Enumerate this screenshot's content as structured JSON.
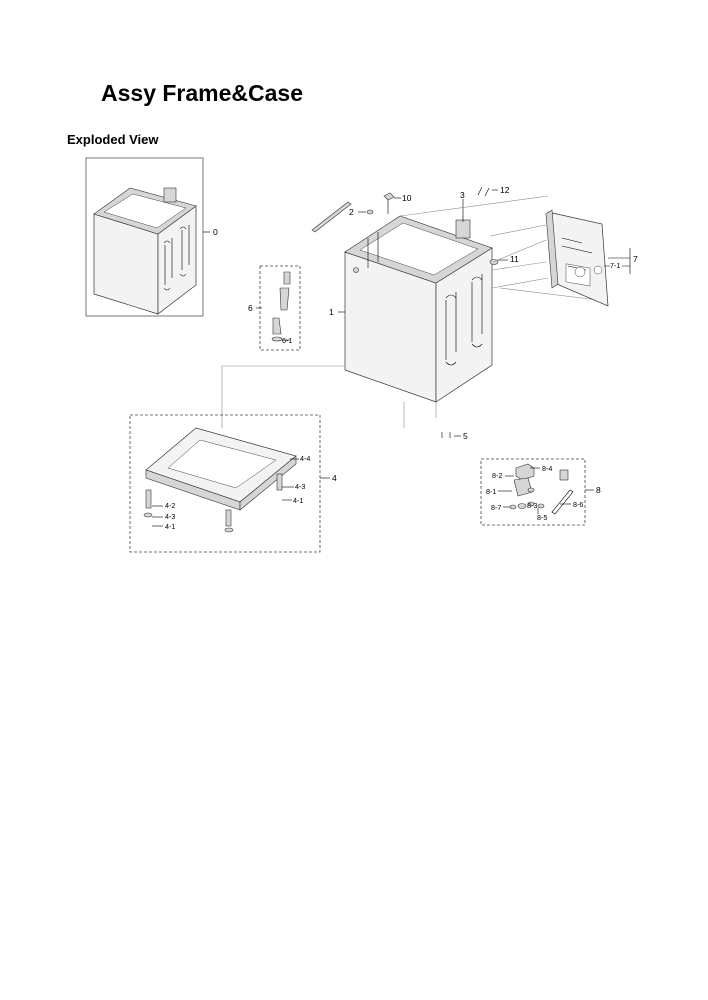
{
  "page": {
    "title": "Assy Frame&Case",
    "subtitle": "Exploded View"
  },
  "callouts": {
    "c0": "0",
    "c1": "1",
    "c2": "2",
    "c3": "3",
    "c4": "4",
    "c4_1a": "4-1",
    "c4_1b": "4-1",
    "c4_2": "4-2",
    "c4_3a": "4-3",
    "c4_3b": "4-3",
    "c4_4": "4-4",
    "c5": "5",
    "c6": "6",
    "c6_1": "6-1",
    "c7": "7",
    "c7_1": "7-1",
    "c8": "8",
    "c8_1": "8-1",
    "c8_2": "8-2",
    "c8_3": "8-3",
    "c8_4": "8-4",
    "c8_5": "8-5",
    "c8_6": "8-6",
    "c8_7": "8-7",
    "c10": "10",
    "c11": "11",
    "c12": "12"
  }
}
